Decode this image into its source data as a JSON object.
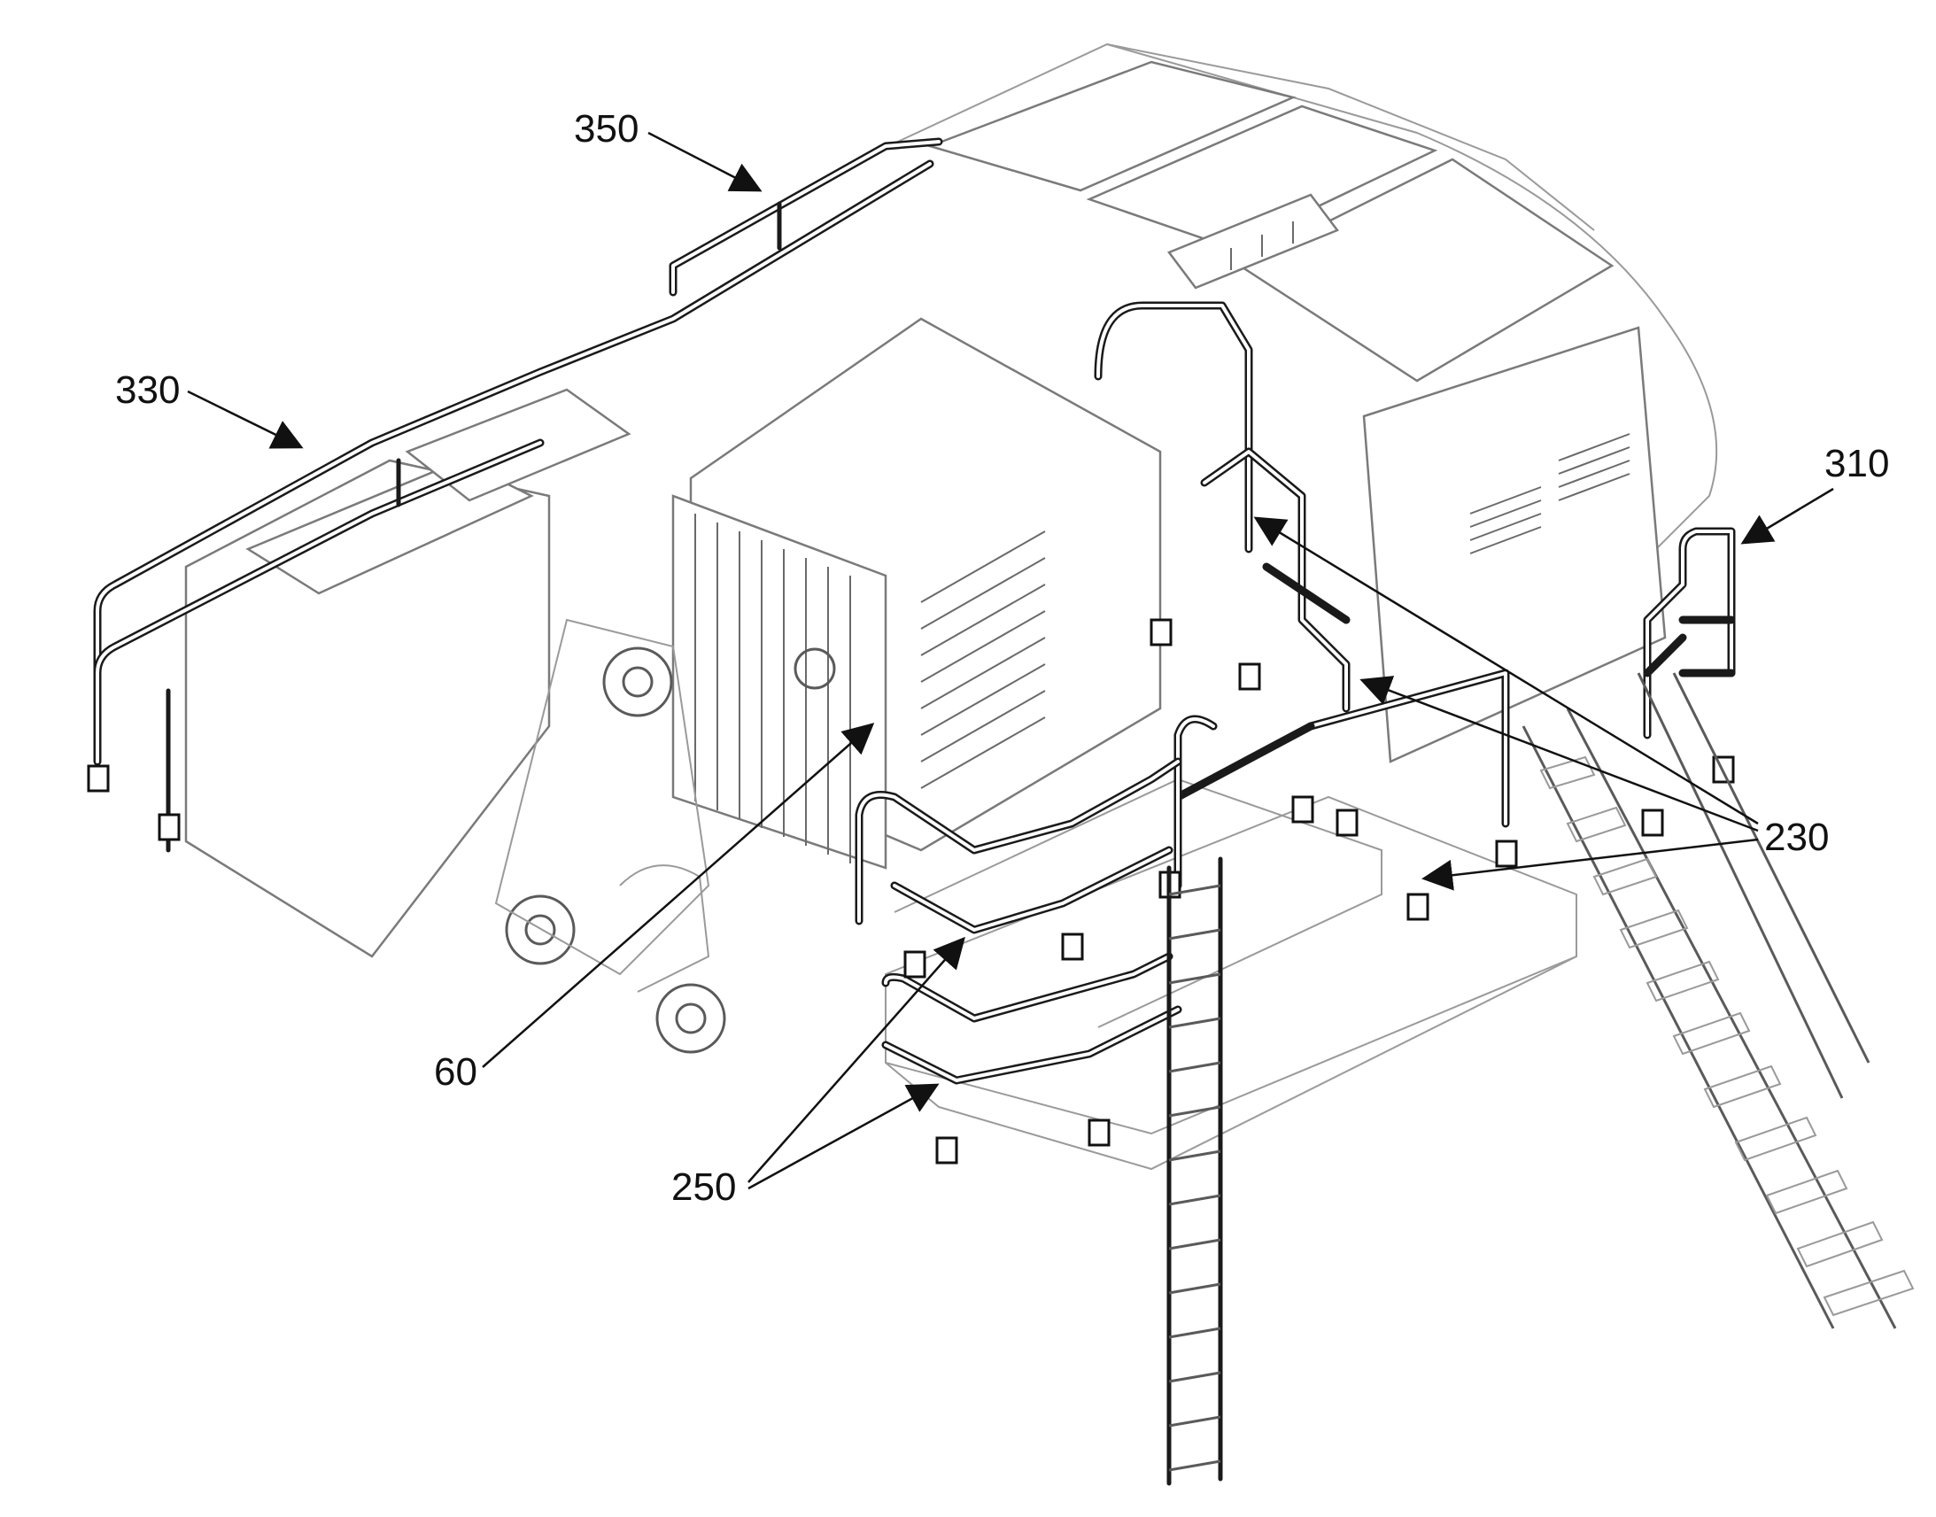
{
  "figure": {
    "reference_labels": {
      "l350": "350",
      "l330": "330",
      "l310": "310",
      "l230": "230",
      "l60": "60",
      "l250": "250"
    },
    "colors": {
      "line": "#1a1a1a",
      "light_line": "#9a9a9a",
      "background": "#ffffff"
    }
  }
}
